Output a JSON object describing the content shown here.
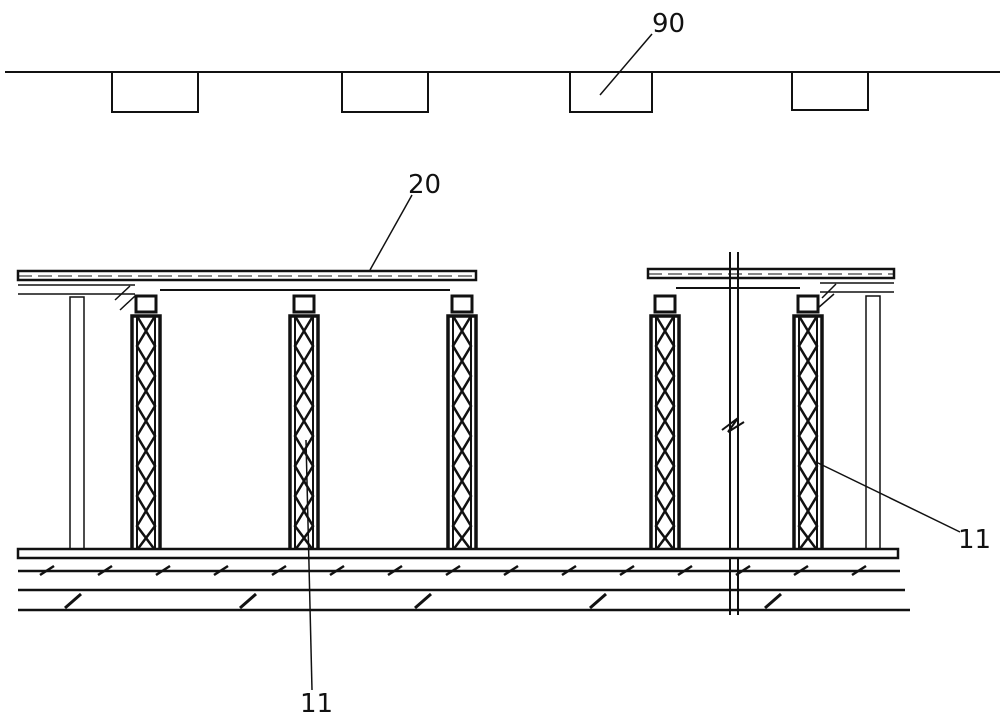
{
  "labels": {
    "top_beams": "90",
    "deck": "20",
    "truss_left": "11",
    "truss_right": "11"
  }
}
